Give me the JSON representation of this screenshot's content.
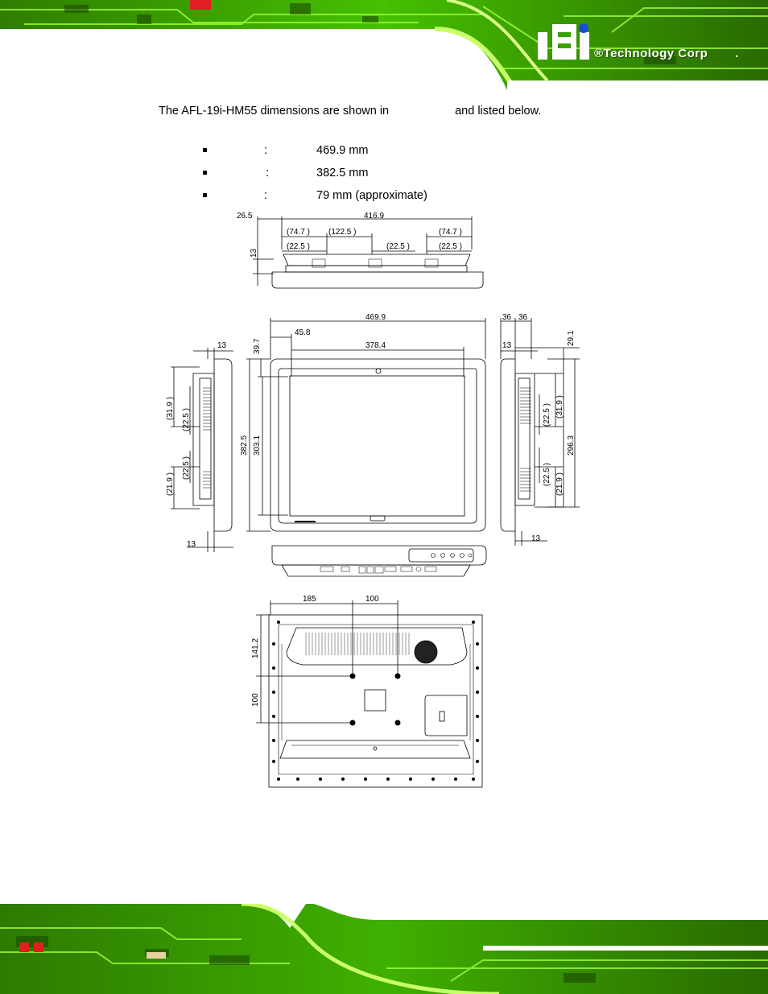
{
  "header": {
    "brand": "®Technology Corp",
    "logo_text": "iEi"
  },
  "intro": {
    "before": "The AFL-19i-HM55 dimensions are shown in",
    "after": "and listed below."
  },
  "specs": [
    {
      "colon": ":",
      "value": "469.9 mm"
    },
    {
      "colon": ":",
      "value": "382.5 mm"
    },
    {
      "colon": ":",
      "value": "79 mm (approximate)"
    }
  ],
  "drawing": {
    "top_view": {
      "d_265": "26.5",
      "d_4169": "416.9",
      "d_747_l": "(74.7 )",
      "d_1225": "(122.5 )",
      "d_747_r": "(74.7 )",
      "d_225_a": "(22.5 )",
      "d_225_b": "(22.5 )",
      "d_225_c": "(22.5 )",
      "d_13": "13"
    },
    "front_view": {
      "d_4699": "469.9",
      "d_458": "45.8",
      "d_3784": "378.4",
      "d_397": "39.7",
      "d_3825": "382.5",
      "d_3031": "303.1",
      "d_36a": "36",
      "d_36b": "36",
      "d_291": "29.1",
      "d_2963": "296.3"
    },
    "left_view": {
      "d_13_top": "13",
      "d_13_bottom": "13",
      "d_319": "(31.9 )",
      "d_225_a": "(22.5 )",
      "d_225_b": "(22.5 )",
      "d_219": "(21.9 )"
    },
    "right_view": {
      "d_13_top": "13",
      "d_13_bottom": "13",
      "d_225_a": "(22.5 )",
      "d_319": "(31.9 )",
      "d_225_b": "(22.5 )",
      "d_219": "(21.9 )"
    },
    "rear_view": {
      "d_185": "185",
      "d_100_h": "100",
      "d_1412": "141.2",
      "d_100_v": "100"
    }
  }
}
